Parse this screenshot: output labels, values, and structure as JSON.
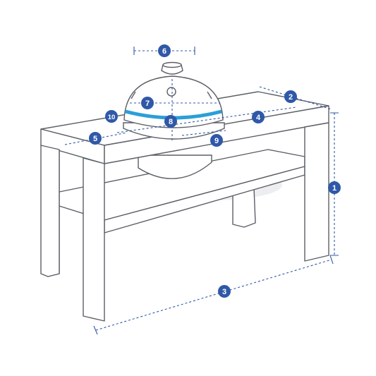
{
  "diagram": {
    "subject": "table-with-kamado-grill",
    "colors": {
      "line": "#5b5f66",
      "fill": "#ffffff",
      "shadow": "#eceef0",
      "dimension": "#2f58a8",
      "badge": "#2f58a8",
      "band": "#2a9fd8"
    },
    "labels": {
      "m1": "1",
      "m2": "2",
      "m3": "3",
      "m4": "4",
      "m5": "5",
      "m6": "6",
      "m7": "7",
      "m8": "8",
      "m9": "9",
      "m10": "10"
    }
  }
}
